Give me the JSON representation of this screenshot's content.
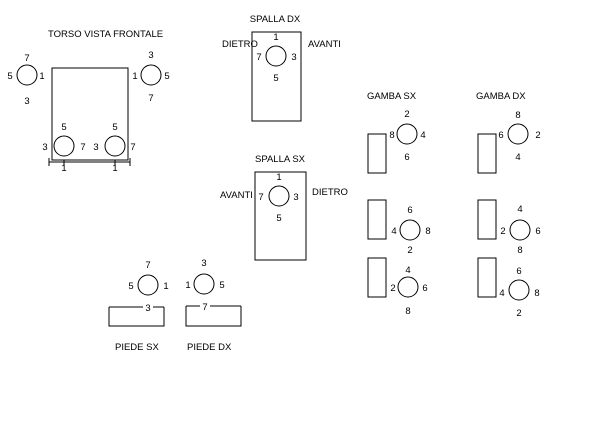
{
  "colors": {
    "ink": "#000000",
    "background": "#ffffff"
  },
  "torso": {
    "title": "TORSO VISTA FRONTALE",
    "left_arm": {
      "top": "7",
      "left": "5",
      "right": "1",
      "bottom": "3"
    },
    "right_arm": {
      "top": "3",
      "left": "1",
      "right": "5",
      "bottom": "7"
    },
    "left_hip": {
      "top": "5",
      "left": "3",
      "right": "7",
      "bottom": "1"
    },
    "right_hip": {
      "top": "5",
      "left": "3",
      "right": "7",
      "bottom": "1"
    }
  },
  "spalla_dx": {
    "title": "SPALLA DX",
    "side_left": "DIETRO",
    "side_right": "AVANTI",
    "marks": {
      "top": "1",
      "left": "7",
      "right": "3",
      "bottom": "5"
    }
  },
  "spalla_sx": {
    "title": "SPALLA SX",
    "side_left": "AVANTI",
    "side_right": "DIETRO",
    "marks": {
      "top": "1",
      "left": "7",
      "right": "3",
      "bottom": "5"
    }
  },
  "gamba_sx": {
    "title": "GAMBA SX",
    "upper": {
      "top": "2",
      "left": "8",
      "right": "4",
      "bottom": "6"
    },
    "middle": {
      "top": "6",
      "left": "4",
      "right": "8",
      "bottom": "2"
    },
    "lower": {
      "top": "4",
      "left": "2",
      "right": "6",
      "bottom": "8"
    }
  },
  "gamba_dx": {
    "title": "GAMBA DX",
    "upper": {
      "top": "8",
      "left": "6",
      "right": "2",
      "bottom": "4"
    },
    "middle": {
      "top": "4",
      "left": "2",
      "right": "6",
      "bottom": "8"
    },
    "lower": {
      "top": "6",
      "left": "4",
      "right": "8",
      "bottom": "2"
    }
  },
  "piede_sx": {
    "title": "PIEDE SX",
    "marks": {
      "top": "7",
      "left": "5",
      "right": "1",
      "bottom": "3"
    }
  },
  "piede_dx": {
    "title": "PIEDE DX",
    "marks": {
      "top": "3",
      "left": "1",
      "right": "5",
      "bottom": "7"
    }
  }
}
